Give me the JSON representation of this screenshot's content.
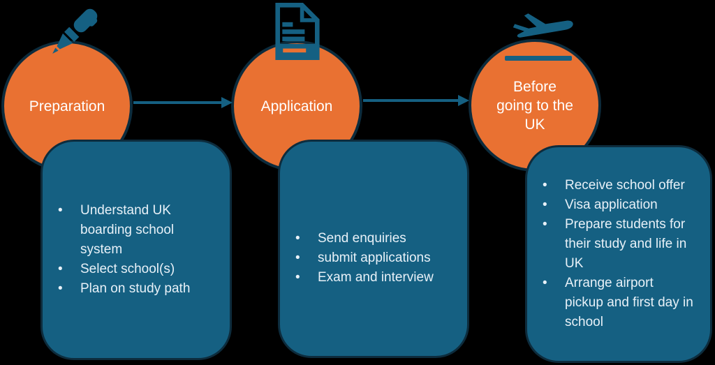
{
  "colors": {
    "background": "#000000",
    "circle-fill": "#E97132",
    "panel-fill": "#156082",
    "outline": "#0D2C3D",
    "accent": "#156082",
    "label-text": "#FFFFFF",
    "bullet-text": "#E8F1F8"
  },
  "stages": [
    {
      "id": "preparation",
      "icon": "pen-icon",
      "circle_label": "Preparation",
      "bullets": [
        "Understand UK boarding school system",
        "Select school(s)",
        "Plan on study path"
      ]
    },
    {
      "id": "application",
      "icon": "document-icon",
      "circle_label": "Application",
      "bullets": [
        "Send enquiries",
        "submit applications",
        "Exam and interview"
      ]
    },
    {
      "id": "before-going-to-the-uk",
      "icon": "airplane-takeoff-icon",
      "circle_label": "Before\ngoing to the\nUK",
      "bullets": [
        "Receive school offer",
        "Visa application",
        "Prepare students for their study and life in UK",
        "Arrange airport pickup and first day in school"
      ]
    }
  ]
}
